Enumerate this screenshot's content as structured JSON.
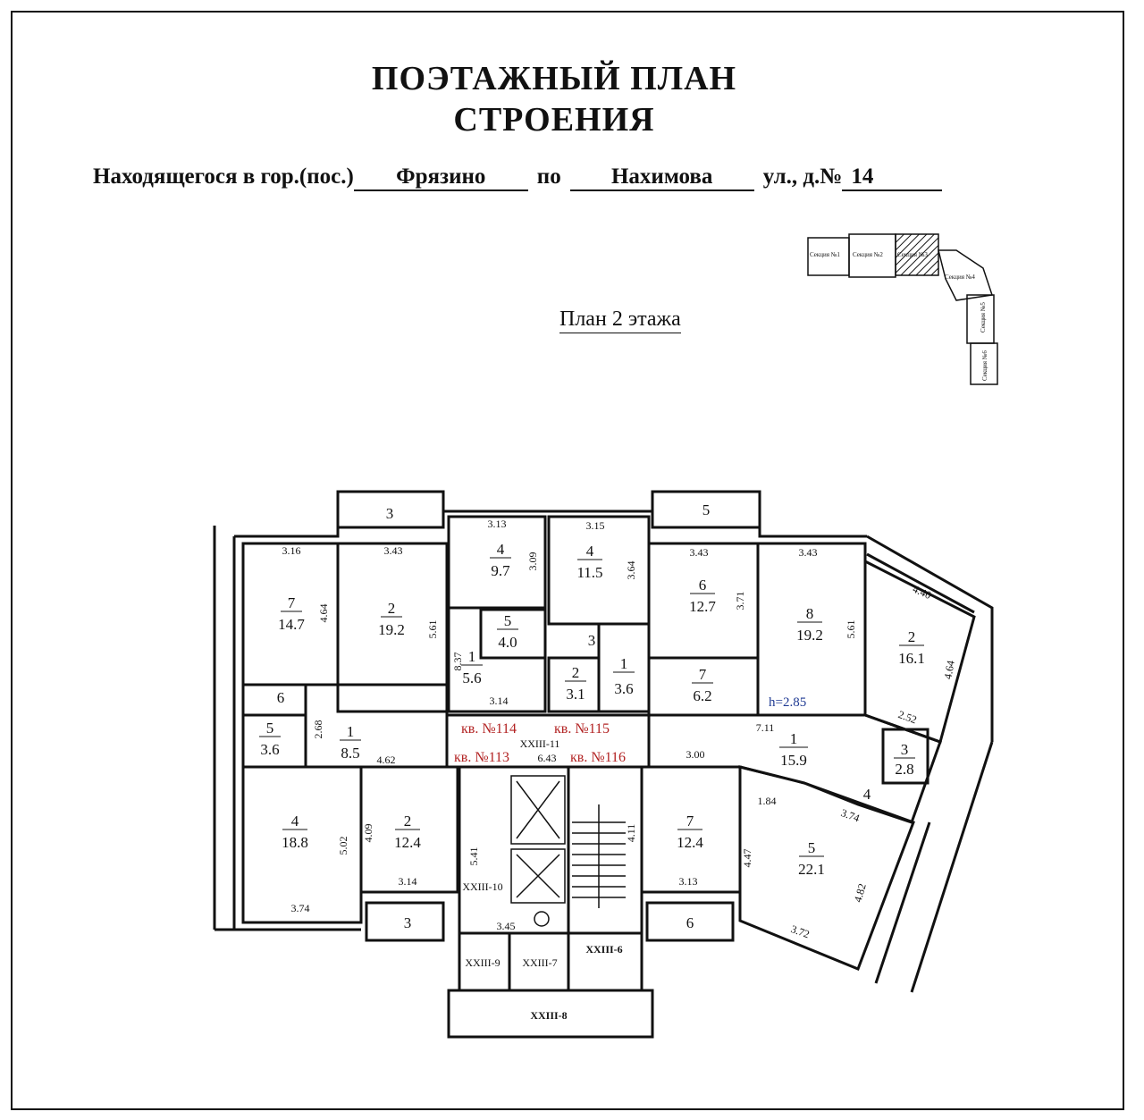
{
  "header": {
    "title_line1": "ПОЭТАЖНЫЙ ПЛАН",
    "title_line2": "СТРОЕНИЯ",
    "address_prefix": "Находящегося в гор.(пос.)",
    "city": "Фрязино",
    "street_prefix": "по",
    "street": "Нахимова",
    "house_prefix": "ул., д.№",
    "house": "14"
  },
  "floor_title": {
    "word": "План",
    "number": "2",
    "suffix": "этажа"
  },
  "key_plan": {
    "sections": [
      "Секция №1",
      "Секция №2",
      "Секция №3",
      "Секция №4",
      "Секция №5",
      "Секция №6"
    ],
    "highlighted": "Секция №3"
  },
  "height_label": "h=2.85",
  "apartments": [
    "кв. №114",
    "кв. №115",
    "кв. №113",
    "кв. №116"
  ],
  "rooms": [
    {
      "num": "7",
      "area": "14.7"
    },
    {
      "num": "2",
      "area": "19.2"
    },
    {
      "num": "4",
      "area": "9.7"
    },
    {
      "num": "4",
      "area": "11.5"
    },
    {
      "num": "6",
      "area": "12.7"
    },
    {
      "num": "8",
      "area": "19.2"
    },
    {
      "num": "2",
      "area": "16.1"
    },
    {
      "num": "5",
      "area": "4.0"
    },
    {
      "num": "1",
      "area": "5.6"
    },
    {
      "num": "2",
      "area": "3.1"
    },
    {
      "num": "1",
      "area": "3.6"
    },
    {
      "num": "7",
      "area": "6.2"
    },
    {
      "num": "5",
      "area": "3.6"
    },
    {
      "num": "1",
      "area": "8.5"
    },
    {
      "num": "1",
      "area": "15.9"
    },
    {
      "num": "3",
      "area": "2.8"
    },
    {
      "num": "4",
      "area": "18.8"
    },
    {
      "num": "2",
      "area": "12.4"
    },
    {
      "num": "7",
      "area": "12.4"
    },
    {
      "num": "5",
      "area": "22.1"
    }
  ],
  "balconies": [
    "3",
    "5",
    "3",
    "6"
  ],
  "small_rooms": [
    "6",
    "3",
    "4"
  ],
  "services": [
    "XXIII-11",
    "XXIII-10",
    "XXIII-9",
    "XXIII-7",
    "XXIII-6",
    "XXIII-8"
  ],
  "dimensions": [
    "3.16",
    "3.43",
    "3.13",
    "3.15",
    "3.43",
    "3.43",
    "4.40",
    "4.64",
    "5.61",
    "3.09",
    "3.64",
    "3.71",
    "5.61",
    "4.64",
    "8.37",
    "3.14",
    "2.68",
    "4.62",
    "6.43",
    "7.11",
    "3.00",
    "2.52",
    "1.84",
    "3.74",
    "5.02",
    "4.09",
    "5.41",
    "4.11",
    "4.47",
    "4.82",
    "3.74",
    "3.14",
    "3.45",
    "3.13",
    "3.72"
  ]
}
